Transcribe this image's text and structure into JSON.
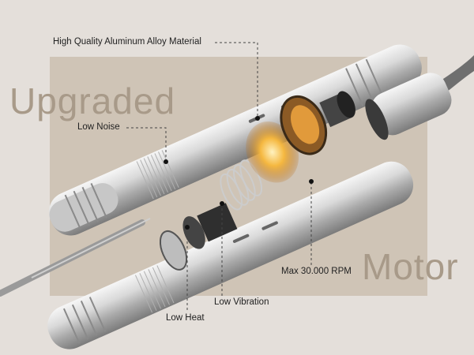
{
  "overlay": {
    "upgraded": "Upgraded",
    "motor": "Motor"
  },
  "callouts": {
    "aluminum": "High Quality Aluminum Alloy Material",
    "low_noise": "Low Noise",
    "max_rpm": "Max 30.000 RPM",
    "low_vibration": "Low Vibration",
    "low_heat": "Low Heat"
  },
  "colors": {
    "background": "#e4dfda",
    "panel": "#cfc4b6",
    "title_text": "#a89a89",
    "metal_light": "#eeeeee",
    "metal_dark": "#8d8d8d",
    "motor_glow": "#f2a53a"
  }
}
